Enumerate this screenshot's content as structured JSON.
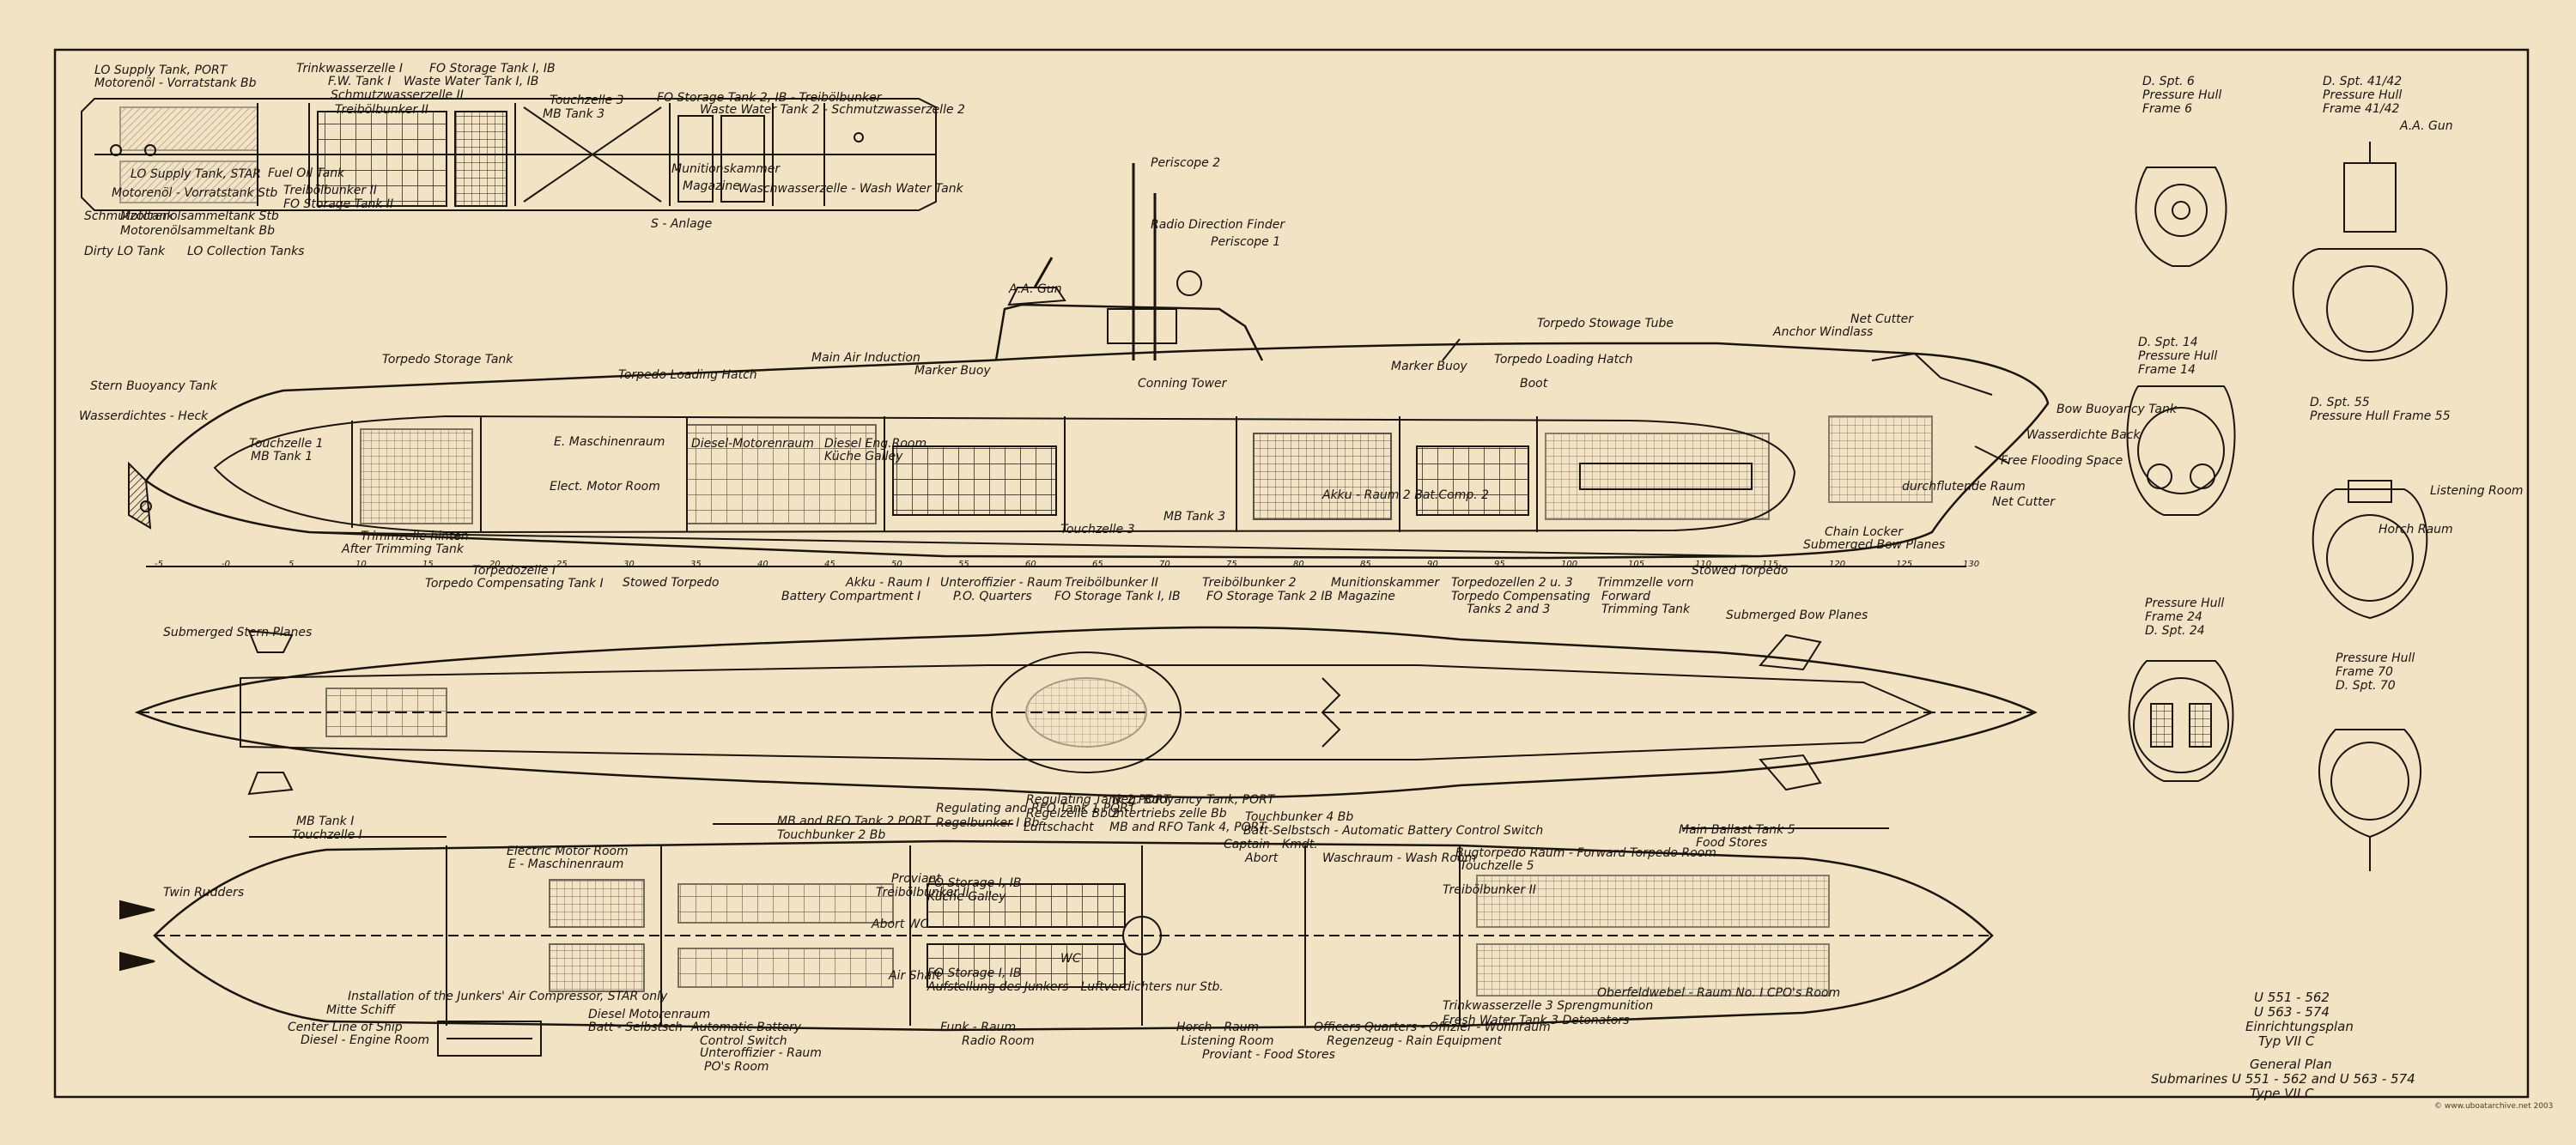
{
  "colors": {
    "paper": "#f3e3c5",
    "ink": "#1b140d"
  },
  "top_plan": {
    "labels": [
      "LO Supply Tank, PORT",
      "Motorenöl - Vorratstank Bb",
      "Trinkwasserzelle I",
      "F.W. Tank I",
      "FO Storage Tank I, IB",
      "Waste Water Tank I, IB",
      "Schmutzwasserzelle II",
      "Treibölbunker II",
      "Touchzelle 3",
      "MB Tank 3",
      "FO Storage Tank 2, IB - Treibölbunker",
      "Waste Water Tank 2 - Schmutzwasserzelle 2",
      "Fuel Oil Tank",
      "Treibölbunker II",
      "FO Storage Tank II",
      "Munitionskammer",
      "Magazine",
      "Waschwasserzelle - Wash Water Tank",
      "LO Supply Tank, STAR",
      "Motorenöl - Vorratstank Stb",
      "Schmutzöltank",
      "Motorenölsammeltank Stb",
      "Motorenölsammeltank Bb",
      "Dirty LO Tank",
      "LO Collection Tanks",
      "S - Anlage"
    ]
  },
  "profile": {
    "labels": [
      "Periscope 2",
      "Radio Direction Finder",
      "Periscope 1",
      "A.A. Gun",
      "Torpedo Stowage Tube",
      "Anchor Windlass",
      "Net Cutter",
      "Torpedo Storage Tank",
      "Main Air Induction",
      "Marker Buoy",
      "Marker Buoy",
      "Torpedo Loading Hatch",
      "Torpedo Loading Hatch",
      "Stern Buoyancy Tank",
      "Wasserdichtes - Heck",
      "Conning Tower",
      "Boot",
      "Bow Buoyancy Tank",
      "Wasserdichte Back",
      "Touchzelle 1",
      "MB Tank 1",
      "E. Maschinenraum",
      "Diesel-Motorenraum",
      "Diesel Eng.Room",
      "Küche Galley",
      "Elect. Motor Room",
      "Touchzelle 3",
      "MB Tank 3",
      "Akku - Raum 2 Bat.Comp. 2",
      "Trimmzelle hinten",
      "After Trimming Tank",
      "Torpedozelle I",
      "Torpedo Compensating Tank I",
      "Stowed Torpedo",
      "Akku - Raum I",
      "Battery Compartment I",
      "Unteroffizier - Raum",
      "P.O. Quarters",
      "Treibölbunker II",
      "FO Storage Tank I, IB",
      "Treibölbunker 2",
      "FO Storage Tank 2 IB",
      "Munitionskammer",
      "Magazine",
      "Torpedozellen 2 u. 3",
      "Torpedo Compensating",
      "Tanks 2 and 3",
      "Trimmzelle vorn",
      "Forward",
      "Trimming Tank",
      "Stowed Torpedo",
      "Submerged Bow Planes",
      "Chain Locker",
      "durchflutende Raum",
      "Free Flooding Space",
      "Net Cutter"
    ],
    "frame_numbers": [
      "-5",
      "-0",
      "5",
      "10",
      "15",
      "20",
      "25",
      "30",
      "35",
      "40",
      "45",
      "50",
      "55",
      "60",
      "65",
      "70",
      "75",
      "80",
      "85",
      "90",
      "95",
      "100",
      "105",
      "110",
      "115",
      "120",
      "125",
      "130"
    ]
  },
  "top_view": {
    "labels": [
      "Submerged Stern Planes",
      "Submerged Bow Planes"
    ]
  },
  "deck_plan": {
    "labels": [
      "MB Tank I",
      "Touchzelle I",
      "Electric Motor Room",
      "E - Maschinenraum",
      "Twin Rudders",
      "MB and RFO Tank 2 PORT",
      "Touchbunker 2 Bb",
      "Regulating and RFO Tank 1 PORT",
      "Regelbunker I Bb",
      "Regulating Tank 2 PORT",
      "Regelzelle Bb 2",
      "Luftschacht",
      "Neg. Buoyancy Tank, PORT",
      "Untertriebs zelle Bb",
      "MB and RFO Tank 4, PORT",
      "Touchbunker 4 Bb",
      "Batt-Selbstsch - Automatic Battery Control Switch",
      "Captain - Kmdt.",
      "Abort",
      "Waschraum - Wash Room",
      "Bugtorpedo Raum - Forward Torpedo Room",
      "Touchzelle 5",
      "Main Ballast Tank 5",
      "Food Stores",
      "Proviant",
      "Treibölbunker II",
      "FO Storage I, IB",
      "Küche Galley",
      "Abort WC",
      "Air Shaft",
      "WC",
      "Treibölbunker II",
      "FO Storage I, IB",
      "Aufstellung des Junkers - Luftverdichters nur Stb.",
      "Installation of the Junkers' Air Compressor, STAR only",
      "Mitte Schiff",
      "Center Line of Ship",
      "Diesel - Engine Room",
      "Diesel Motorenraum",
      "Batt - Selbstsch",
      "Automatic Battery",
      "Control Switch",
      "Unteroffizier - Raum",
      "PO's Room",
      "Funk - Raum",
      "Radio Room",
      "Horch - Raum",
      "Listening Room",
      "Officers Quarters - Offizier - Wohnraum",
      "Regenzeug - Rain Equipment",
      "Proviant - Food Stores",
      "Oberfeldwebel - Raum  No. I CPO's Room",
      "Trinkwasserzelle 3 Sprengmunition",
      "Fresh Water Tank 3 Detonators"
    ]
  },
  "sections": [
    {
      "title": [
        "D. Spt. 6",
        "Pressure Hull",
        "Frame 6"
      ]
    },
    {
      "title": [
        "D. Spt. 41/42",
        "Pressure Hull",
        "Frame 41/42"
      ],
      "extra": "A.A. Gun"
    },
    {
      "title": [
        "D. Spt. 14",
        "Pressure Hull",
        "Frame 14"
      ]
    },
    {
      "title": [
        "D. Spt. 55",
        "Pressure Hull Frame 55"
      ],
      "extra": "Listening Room",
      "extra2": "Horch Raum"
    },
    {
      "title": [
        "Pressure Hull",
        "Frame 24",
        "D. Spt. 24"
      ]
    },
    {
      "title": [
        "Pressure Hull",
        "Frame 70",
        "D. Spt. 70"
      ]
    }
  ],
  "title_block": {
    "lines": [
      "U 551 - 562",
      "U 563 - 574",
      "Einrichtungsplan",
      "Typ VII C",
      "General Plan",
      "Submarines U 551 - 562 and U 563 - 574",
      "Type VII C"
    ],
    "credit": "© www.uboatarchive.net 2003"
  }
}
